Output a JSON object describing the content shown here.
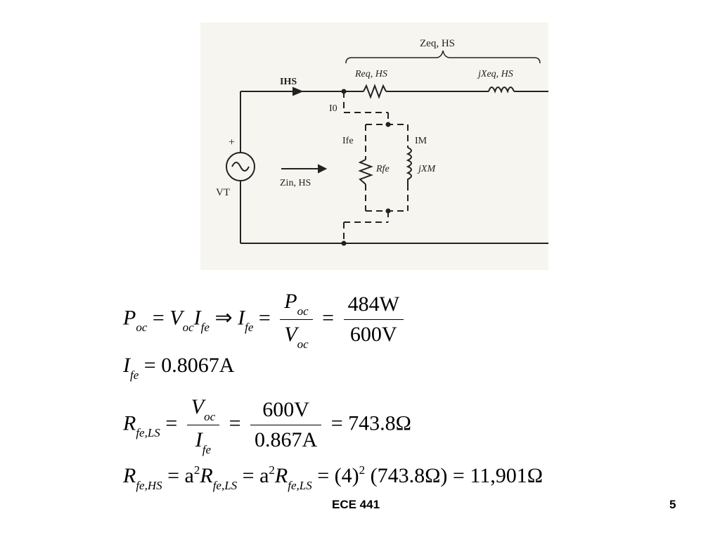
{
  "circuit": {
    "labels": {
      "zeq": "Zeq, HS",
      "req": "Req, HS",
      "jxeq": "jXeq, HS",
      "ihs": "IHS",
      "i0": "I0",
      "ife": "Ife",
      "im": "IM",
      "rfe": "Rfe",
      "jxm": "jXM",
      "zin": "Zin, HS",
      "vt": "VT",
      "plus": "+"
    }
  },
  "equations": {
    "eq1": {
      "lhs": "P",
      "lhs_sub": "oc",
      "eq": "=",
      "v": "V",
      "v_sub": "oc",
      "i": "I",
      "i_sub": "fe",
      "implies": "⇒",
      "i2": "I",
      "i2_sub": "fe",
      "eq2": "=",
      "num": "P",
      "num_sub": "oc",
      "den": "V",
      "den_sub": "oc",
      "eq3": "=",
      "num2": "484W",
      "den2": "600V"
    },
    "eq2": {
      "i": "I",
      "i_sub": "fe",
      "rest": "= 0.8067A"
    },
    "eq3": {
      "r": "R",
      "r_sub": "fe,LS",
      "eq": "=",
      "num": "V",
      "num_sub": "oc",
      "den": "I",
      "den_sub": "fe",
      "eq2": "=",
      "num2": "600V",
      "den2": "0.867A",
      "result": "= 743.8Ω"
    },
    "eq4": {
      "r": "R",
      "r_sub": "fe,HS",
      "eq1": "= a",
      "exp1": "2",
      "r2": "R",
      "r2_sub": "fe,LS",
      "eq2": "= a",
      "exp2": "2",
      "r3": "R",
      "r3_sub": "fe,LS",
      "eq3": "= (4)",
      "exp3": "2",
      "result": "(743.8Ω) = 11,901Ω"
    }
  },
  "footer": {
    "course": "ECE 441",
    "page": "5"
  }
}
